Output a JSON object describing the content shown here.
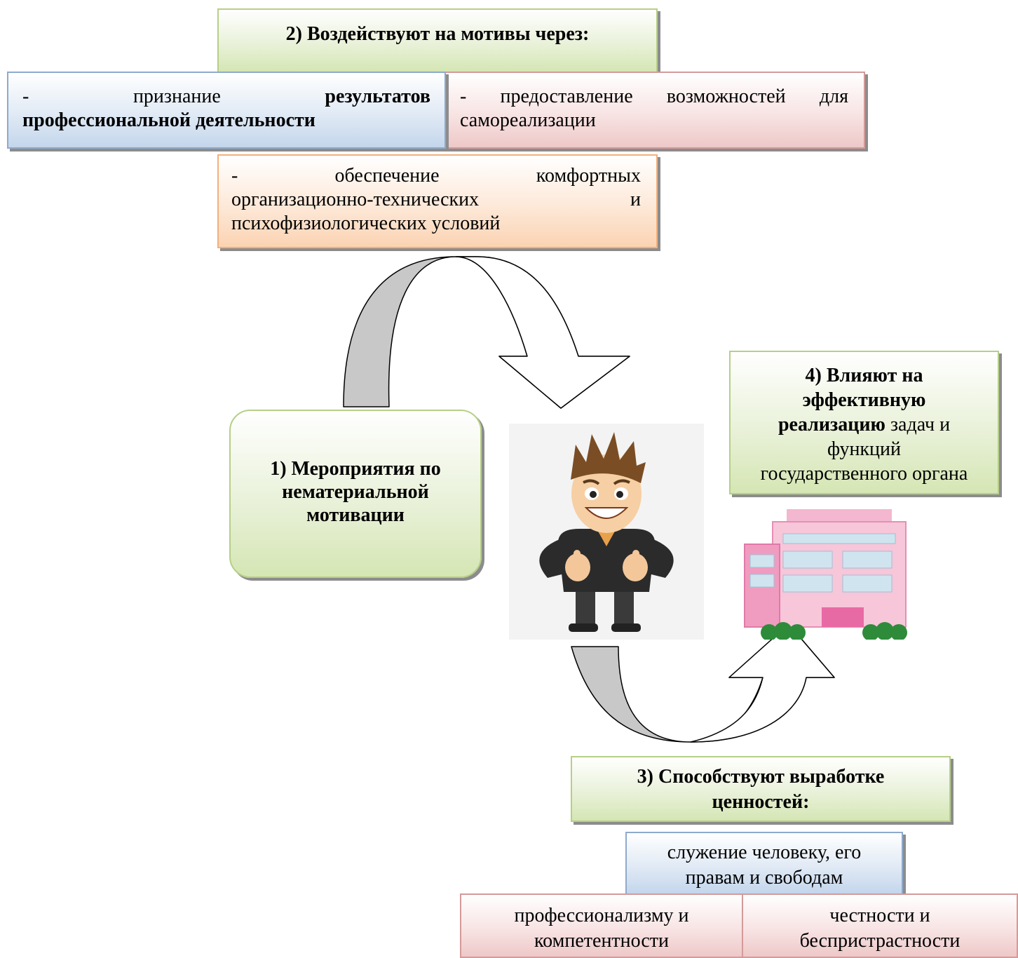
{
  "box2": {
    "title": "2) Воздействуют на мотивы через:"
  },
  "item_recognition": {
    "part1": "-",
    "part2": "признание",
    "part3": "результатов",
    "part4": "профессиональной деятельности"
  },
  "item_selfrealization": {
    "line1": "- предоставление возможностей для",
    "line2": "самореализации"
  },
  "item_conditions": {
    "line1a": "-",
    "line1b": "обеспечение",
    "line1c": "комфортных",
    "line2a": "организационно-технических",
    "line2b": "и",
    "line3": "психофизиологических условий"
  },
  "box1": {
    "line1": "1) Мероприятия по",
    "line2": "нематериальной",
    "line3": "мотивации"
  },
  "box4": {
    "line1": "4) Влияют на",
    "line2": "эффективную",
    "line3_bold": "реализацию",
    "line3_rest": " задач и",
    "line4": "функций",
    "line5": "государственного органа"
  },
  "box3": {
    "line1": "3) Способствуют выработке",
    "line2": "ценностей:"
  },
  "value_service": {
    "line1": "служение человеку, его",
    "line2": "правам и свободам"
  },
  "value_professionalism": {
    "line1": "профессионализму и",
    "line2": "компетентности"
  },
  "value_honesty": {
    "line1": "честности и",
    "line2": "беспристрастности"
  },
  "colors": {
    "green": "#d5e6b4",
    "blue": "#c4d6ec",
    "pink": "#eec8c8",
    "orange": "#fbd3b2",
    "arrow_fill": "#c8c8c8"
  },
  "icons": {
    "man": "smiling-man-thumbs-up-icon",
    "building": "pink-building-icon"
  }
}
